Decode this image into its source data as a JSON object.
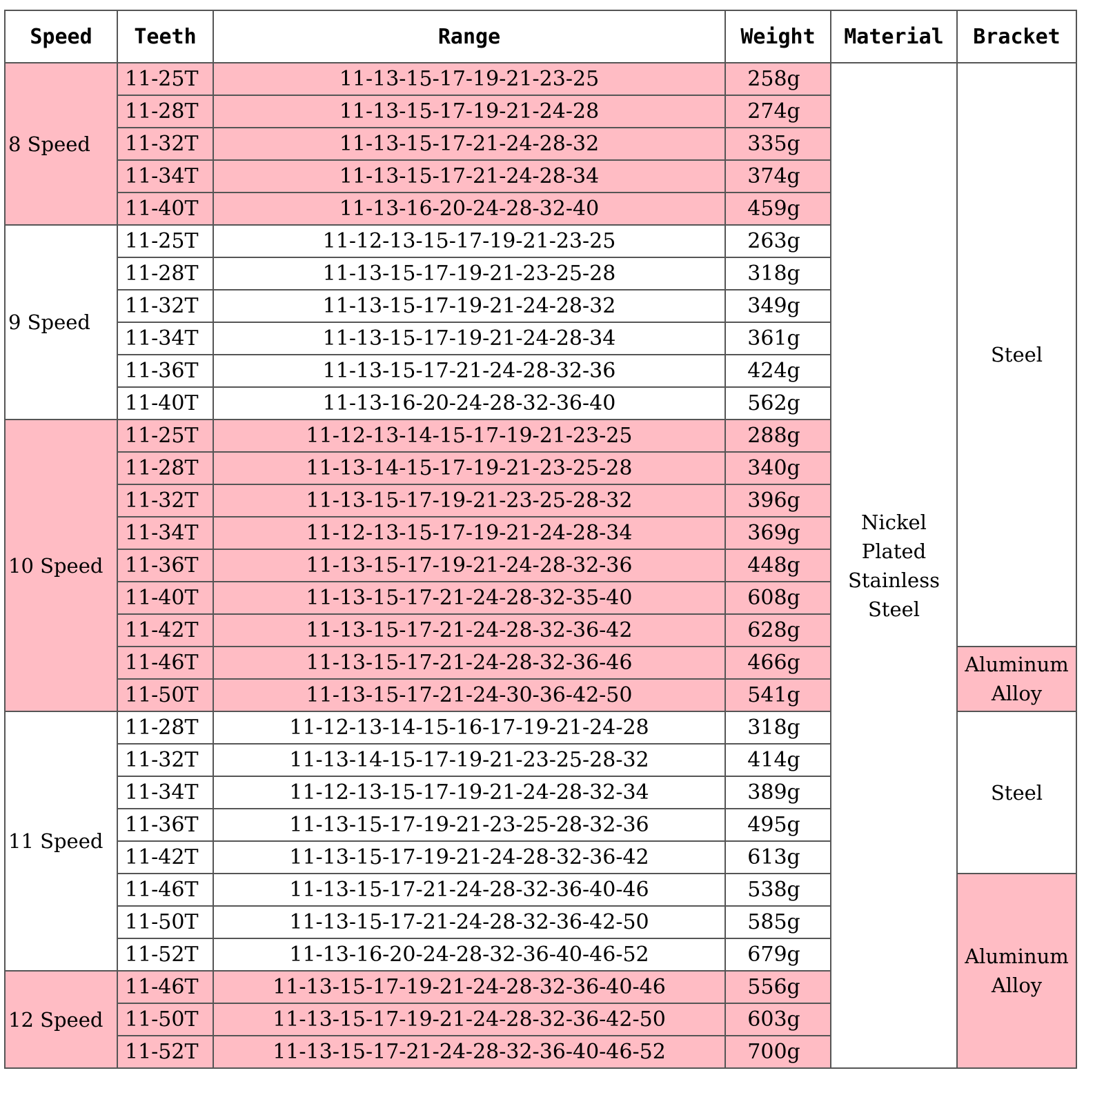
{
  "headers": {
    "speed": "Speed",
    "teeth": "Teeth",
    "range": "Range",
    "weight": "Weight",
    "material": "Material",
    "bracket": "Bracket"
  },
  "material": "Nickel Plated Stainless Steel",
  "highlight_color": "#ffbcc4",
  "groups": [
    {
      "speed": "8 Speed",
      "highlight": true,
      "rows": [
        {
          "teeth": "11-25T",
          "range": "11-13-15-17-19-21-23-25",
          "weight": "258g"
        },
        {
          "teeth": "11-28T",
          "range": "11-13-15-17-19-21-24-28",
          "weight": "274g"
        },
        {
          "teeth": "11-32T",
          "range": "11-13-15-17-21-24-28-32",
          "weight": "335g"
        },
        {
          "teeth": "11-34T",
          "range": "11-13-15-17-21-24-28-34",
          "weight": "374g"
        },
        {
          "teeth": "11-40T",
          "range": "11-13-16-20-24-28-32-40",
          "weight": "459g"
        }
      ]
    },
    {
      "speed": "9 Speed",
      "highlight": false,
      "rows": [
        {
          "teeth": "11-25T",
          "range": "11-12-13-15-17-19-21-23-25",
          "weight": "263g"
        },
        {
          "teeth": "11-28T",
          "range": "11-13-15-17-19-21-23-25-28",
          "weight": "318g"
        },
        {
          "teeth": "11-32T",
          "range": "11-13-15-17-19-21-24-28-32",
          "weight": "349g"
        },
        {
          "teeth": "11-34T",
          "range": "11-13-15-17-19-21-24-28-34",
          "weight": "361g"
        },
        {
          "teeth": "11-36T",
          "range": "11-13-15-17-21-24-28-32-36",
          "weight": "424g"
        },
        {
          "teeth": "11-40T",
          "range": "11-13-16-20-24-28-32-36-40",
          "weight": "562g"
        }
      ]
    },
    {
      "speed": "10 Speed",
      "highlight": true,
      "rows": [
        {
          "teeth": "11-25T",
          "range": "11-12-13-14-15-17-19-21-23-25",
          "weight": "288g"
        },
        {
          "teeth": "11-28T",
          "range": "11-13-14-15-17-19-21-23-25-28",
          "weight": "340g"
        },
        {
          "teeth": "11-32T",
          "range": "11-13-15-17-19-21-23-25-28-32",
          "weight": "396g"
        },
        {
          "teeth": "11-34T",
          "range": "11-12-13-15-17-19-21-24-28-34",
          "weight": "369g"
        },
        {
          "teeth": "11-36T",
          "range": "11-13-15-17-19-21-24-28-32-36",
          "weight": "448g"
        },
        {
          "teeth": "11-40T",
          "range": "11-13-15-17-21-24-28-32-35-40",
          "weight": "608g"
        },
        {
          "teeth": "11-42T",
          "range": "11-13-15-17-21-24-28-32-36-42",
          "weight": "628g"
        },
        {
          "teeth": "11-46T",
          "range": "11-13-15-17-21-24-28-32-36-46",
          "weight": "466g"
        },
        {
          "teeth": "11-50T",
          "range": "11-13-15-17-21-24-30-36-42-50",
          "weight": "541g"
        }
      ]
    },
    {
      "speed": "11 Speed",
      "highlight": false,
      "rows": [
        {
          "teeth": "11-28T",
          "range": "11-12-13-14-15-16-17-19-21-24-28",
          "weight": "318g"
        },
        {
          "teeth": "11-32T",
          "range": "11-13-14-15-17-19-21-23-25-28-32",
          "weight": "414g"
        },
        {
          "teeth": "11-34T",
          "range": "11-12-13-15-17-19-21-24-28-32-34",
          "weight": "389g"
        },
        {
          "teeth": "11-36T",
          "range": "11-13-15-17-19-21-23-25-28-32-36",
          "weight": "495g"
        },
        {
          "teeth": "11-42T",
          "range": "11-13-15-17-19-21-24-28-32-36-42",
          "weight": "613g"
        },
        {
          "teeth": "11-46T",
          "range": "11-13-15-17-21-24-28-32-36-40-46",
          "weight": "538g"
        },
        {
          "teeth": "11-50T",
          "range": "11-13-15-17-21-24-28-32-36-42-50",
          "weight": "585g"
        },
        {
          "teeth": "11-52T",
          "range": "11-13-16-20-24-28-32-36-40-46-52",
          "weight": "679g"
        }
      ]
    },
    {
      "speed": "12 Speed",
      "highlight": true,
      "rows": [
        {
          "teeth": "11-46T",
          "range": "11-13-15-17-19-21-24-28-32-36-40-46",
          "weight": "556g"
        },
        {
          "teeth": "11-50T",
          "range": "11-13-15-17-19-21-24-28-32-36-42-50",
          "weight": "603g"
        },
        {
          "teeth": "11-52T",
          "range": "11-13-15-17-21-24-28-32-36-40-46-52",
          "weight": "700g"
        }
      ]
    }
  ],
  "brackets": [
    {
      "label": "Steel",
      "rows": 18,
      "highlight": false
    },
    {
      "label": "Aluminum Alloy",
      "rows": 2,
      "highlight": true
    },
    {
      "label": "Steel",
      "rows": 5,
      "highlight": false
    },
    {
      "label": "Aluminum Alloy",
      "rows": 6,
      "highlight": true
    }
  ]
}
